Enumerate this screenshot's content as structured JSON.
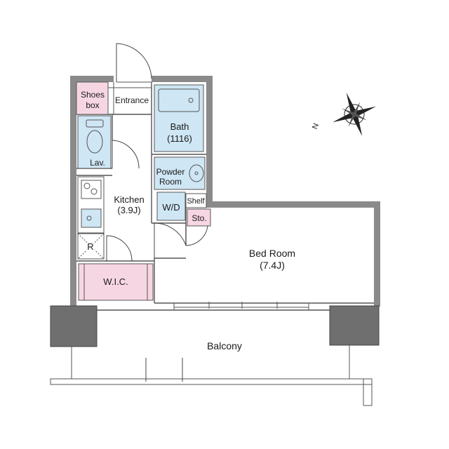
{
  "rooms": {
    "shoes_box": [
      "Shoes",
      "box"
    ],
    "entrance": "Entrance",
    "bath": [
      "Bath",
      "(1116)"
    ],
    "lav": "Lav.",
    "powder_room": [
      "Powder",
      "Room"
    ],
    "kitchen": [
      "Kitchen",
      "(3.9J)"
    ],
    "wd": "W/D",
    "shelf": "Shelf",
    "storage": "Sto.",
    "refrigerator": "R",
    "wic": "W.I.C.",
    "bed_room": [
      "Bed Room",
      "(7.4J)"
    ],
    "balcony": "Balcony"
  },
  "compass": {
    "north_letter": "N"
  },
  "colors": {
    "wall": "#8a8a8a",
    "wet_area": "#cfe6f4",
    "storage_area": "#f7d6e3",
    "pillar": "#6f6f6f"
  }
}
